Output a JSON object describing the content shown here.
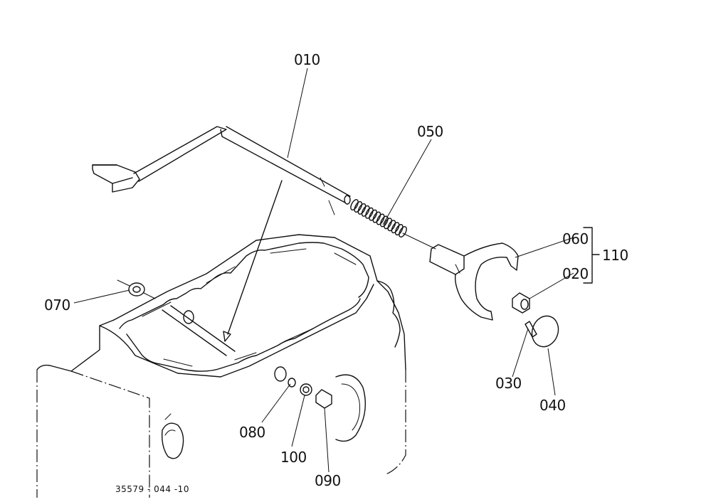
{
  "parts": {
    "p010": "010",
    "p050": "050",
    "p060": "060",
    "p110": "110",
    "p020": "020",
    "p070": "070",
    "p030": "030",
    "p040": "040",
    "p080": "080",
    "p100": "100",
    "p090": "090"
  },
  "drawing_number": "35579 - 044 -10"
}
